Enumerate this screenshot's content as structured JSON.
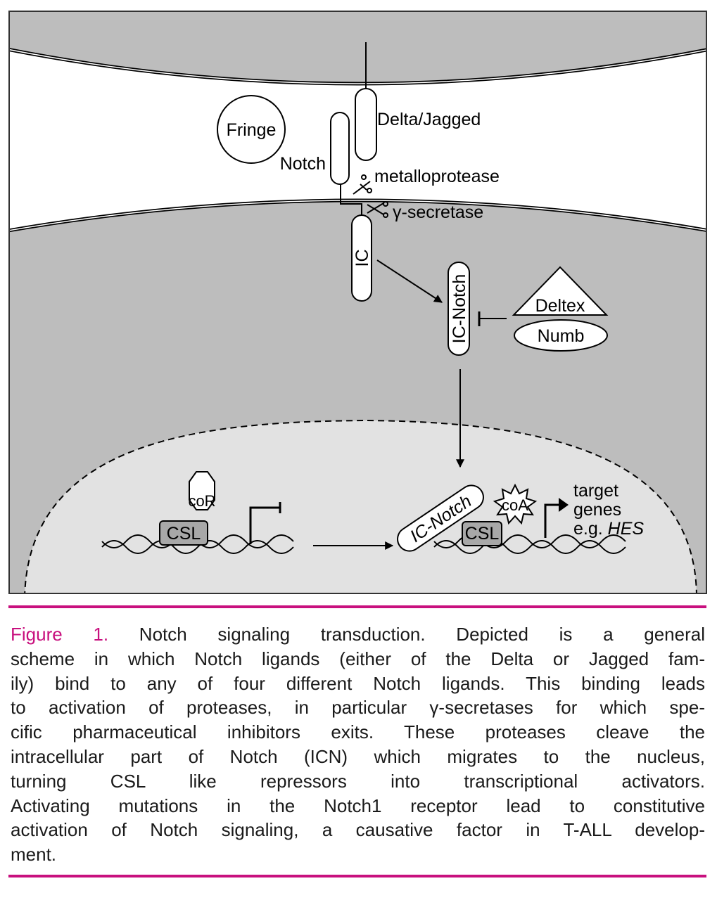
{
  "diagram": {
    "labels": {
      "fringe": "Fringe",
      "notch": "Notch",
      "delta_jagged": "Delta/Jagged",
      "metalloprotease": "metalloprotease",
      "gamma_secretase": "γ-secretase",
      "ic": "IC",
      "ic_notch": "IC-Notch",
      "deltex": "Deltex",
      "numb": "Numb",
      "cor": "coR",
      "csl_left": "CSL",
      "csl_right": "CSL",
      "ic_notch_nuclear": "IC-Notch",
      "coa": "coA",
      "target_line1": "target",
      "target_line2": "genes",
      "target_line3_prefix": "e.g. ",
      "target_line3_gene": "HES"
    },
    "colors": {
      "cytoplasm": "#bdbdbd",
      "nucleus": "#e2e2e2",
      "csl_box": "#a8a8a8",
      "accent": "#c8107e"
    }
  },
  "caption": {
    "figure_label": "Figure 1.",
    "lines": [
      " Notch signaling transduction. Depicted is a general",
      "scheme in which Notch ligands (either of the Delta or Jagged fam-",
      "ily) bind to any of four different Notch ligands.  This binding leads",
      "to activation of proteases, in particular γ-secretases for which spe-",
      "cific pharmaceutical inhibitors exits.  These proteases cleave the",
      "intracellular part of Notch (ICN) which migrates to the nucleus,",
      "turning CSL like repressors into transcriptional activators.",
      "Activating mutations in the Notch1 receptor lead to constitutive",
      "activation of Notch signaling, a causative factor in T-ALL develop-",
      "ment."
    ]
  }
}
